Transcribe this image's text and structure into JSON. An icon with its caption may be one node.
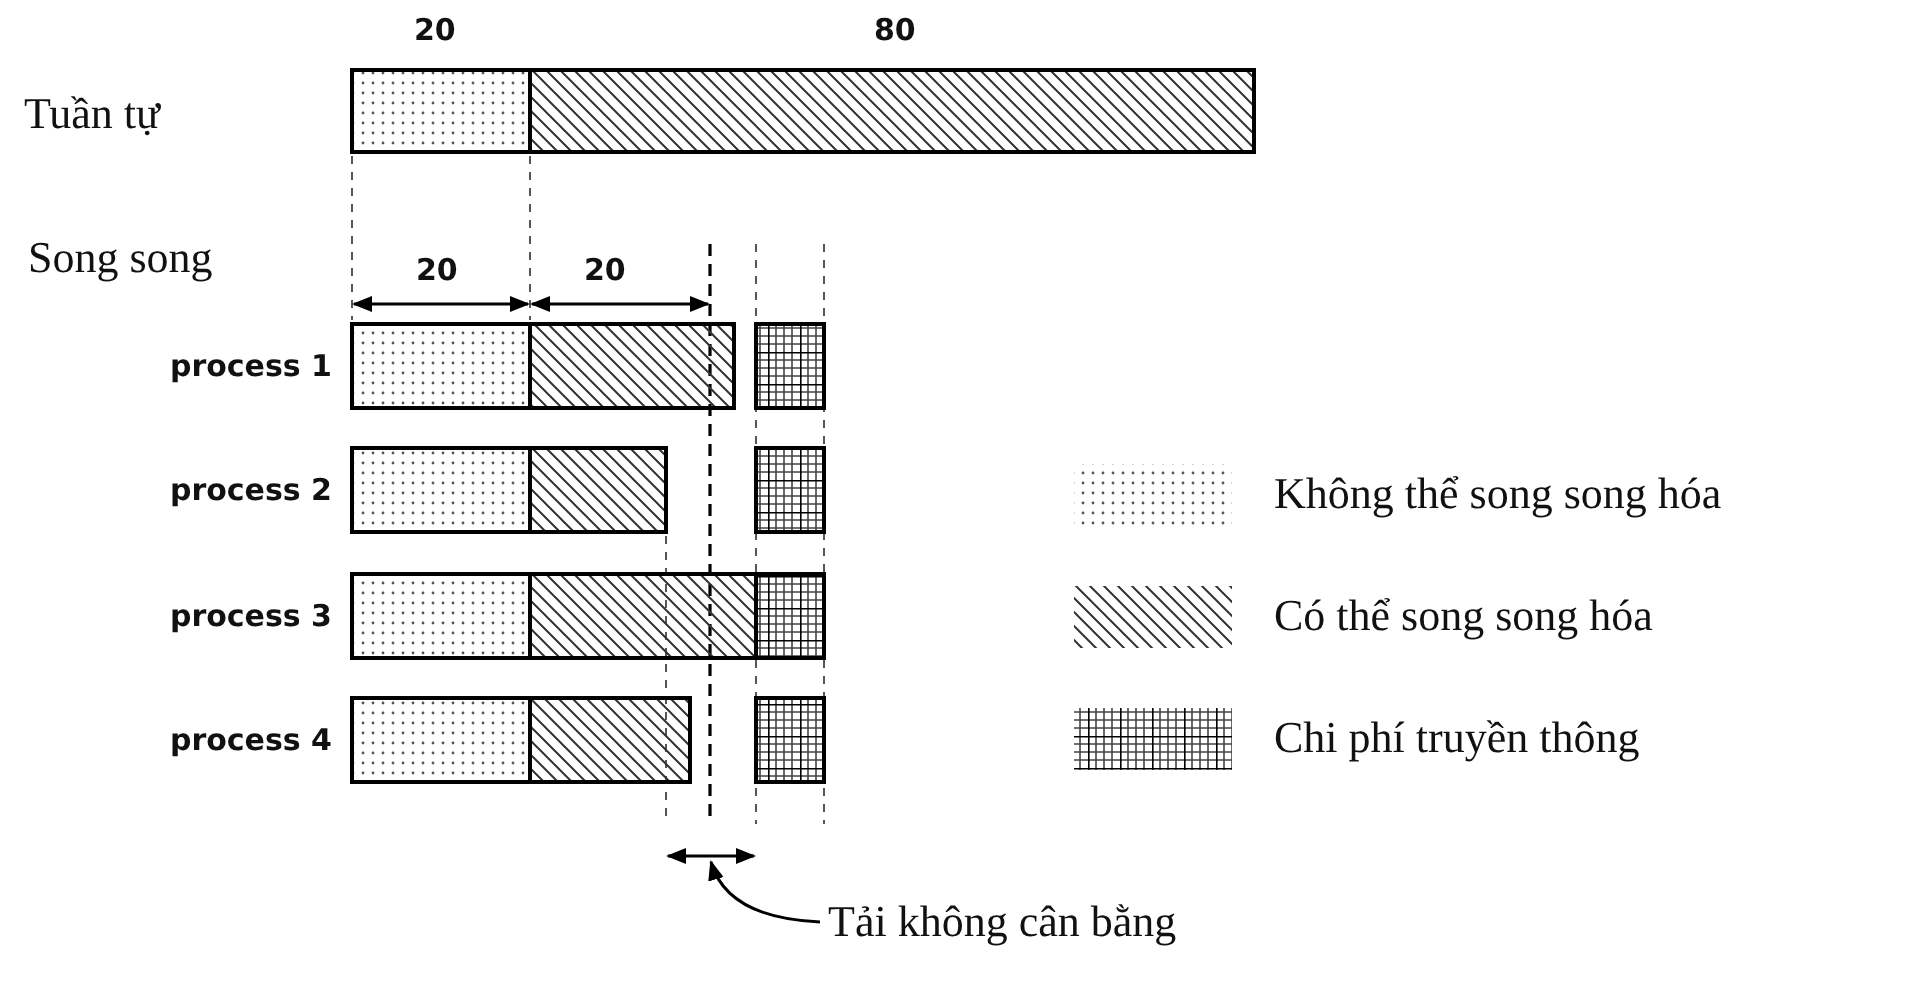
{
  "diagram": {
    "nodes": [
      {
        "text": [
          "Tải không cân bằng"
        ]
      },
      {
        "text": [],
        "shape": "arrow"
      }
    ],
    "edges": [
      {
        "from": 0,
        "to": 1,
        "arrow": "to"
      }
    ],
    "labels": [
      "20",
      "80",
      "Tuần tự",
      "Song song",
      "20",
      "20",
      "process 1",
      "process 2",
      "process 3",
      "process 4"
    ],
    "legend": [
      {
        "text": "Không thể song song hóa"
      },
      {
        "text": "Có thể song song hóa"
      },
      {
        "text": "Chi phí truyền thông"
      }
    ]
  }
}
